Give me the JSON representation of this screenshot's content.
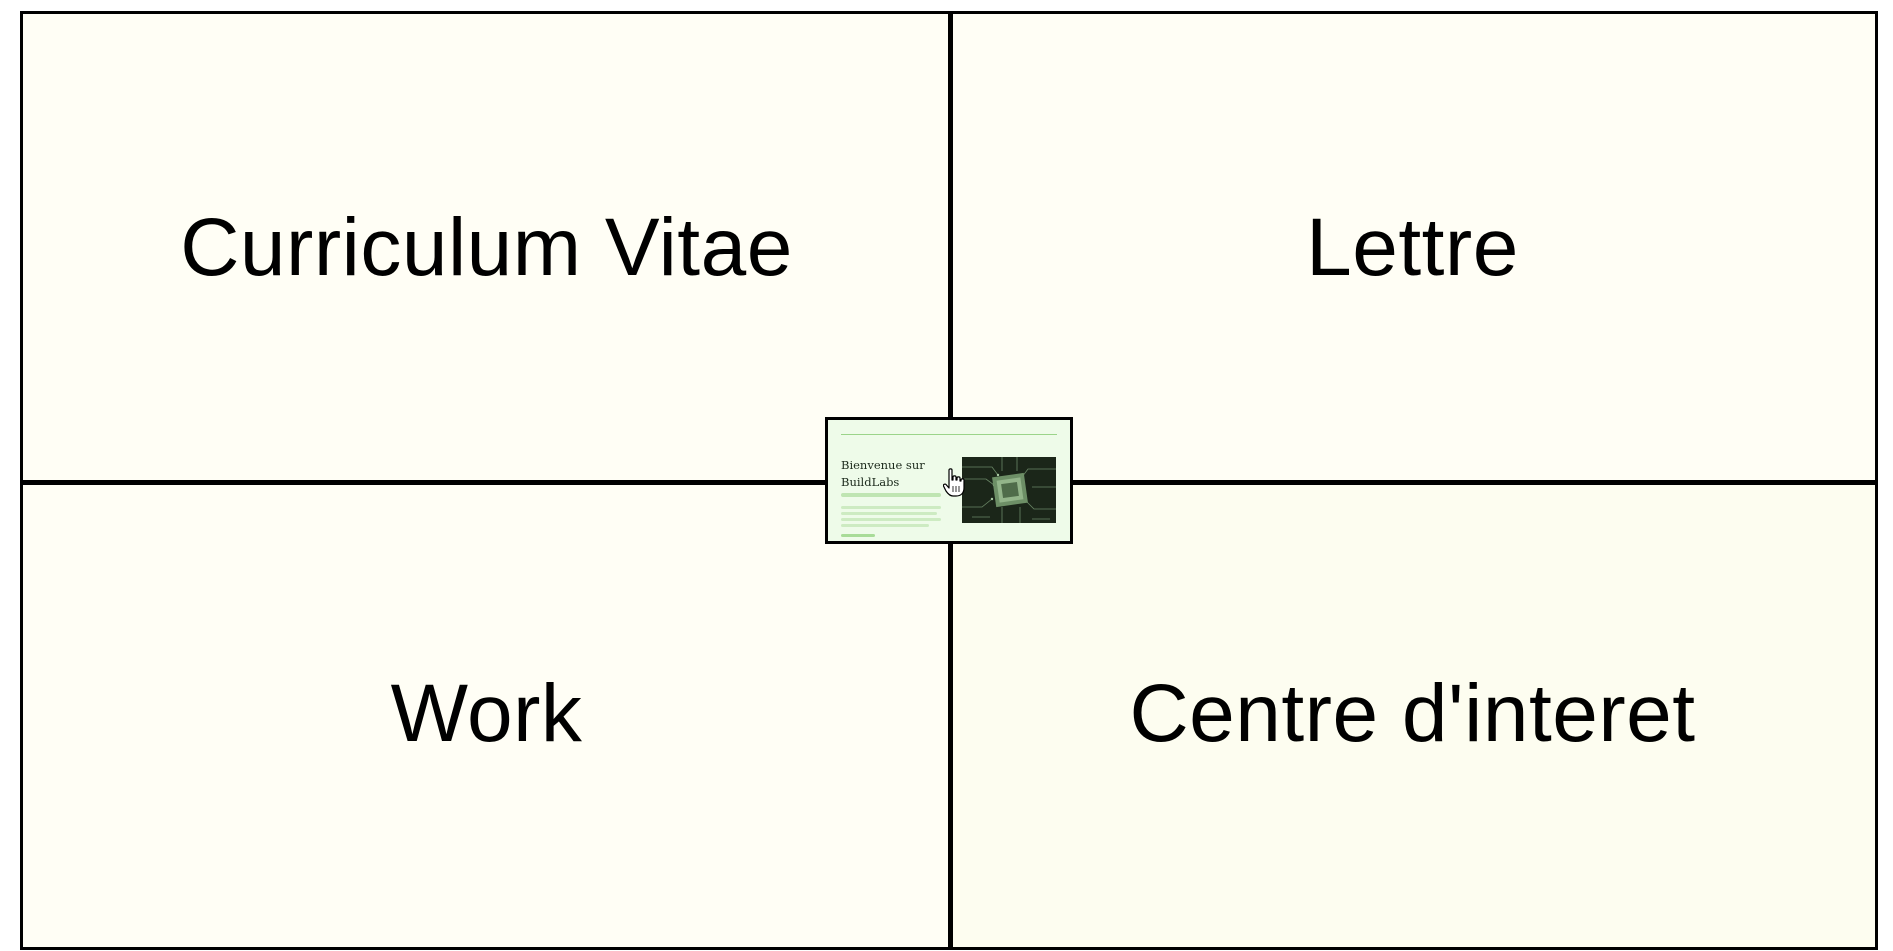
{
  "quadrants": {
    "top_left": {
      "label": "Curriculum Vitae"
    },
    "top_right": {
      "label": "Lettre"
    },
    "bottom_left": {
      "label": "Work"
    },
    "bottom_right": {
      "label": "Centre d'interet"
    }
  },
  "preview": {
    "headline": "Bienvenue sur BuildLabs",
    "hero_icon": "circuit-chip-image"
  },
  "cursor": {
    "icon": "hand-pointer-icon"
  },
  "colors": {
    "panel_background": "#fffef5",
    "border": "#000000",
    "preview_background": "#eefbe9",
    "preview_accent": "#3a8a2a"
  }
}
